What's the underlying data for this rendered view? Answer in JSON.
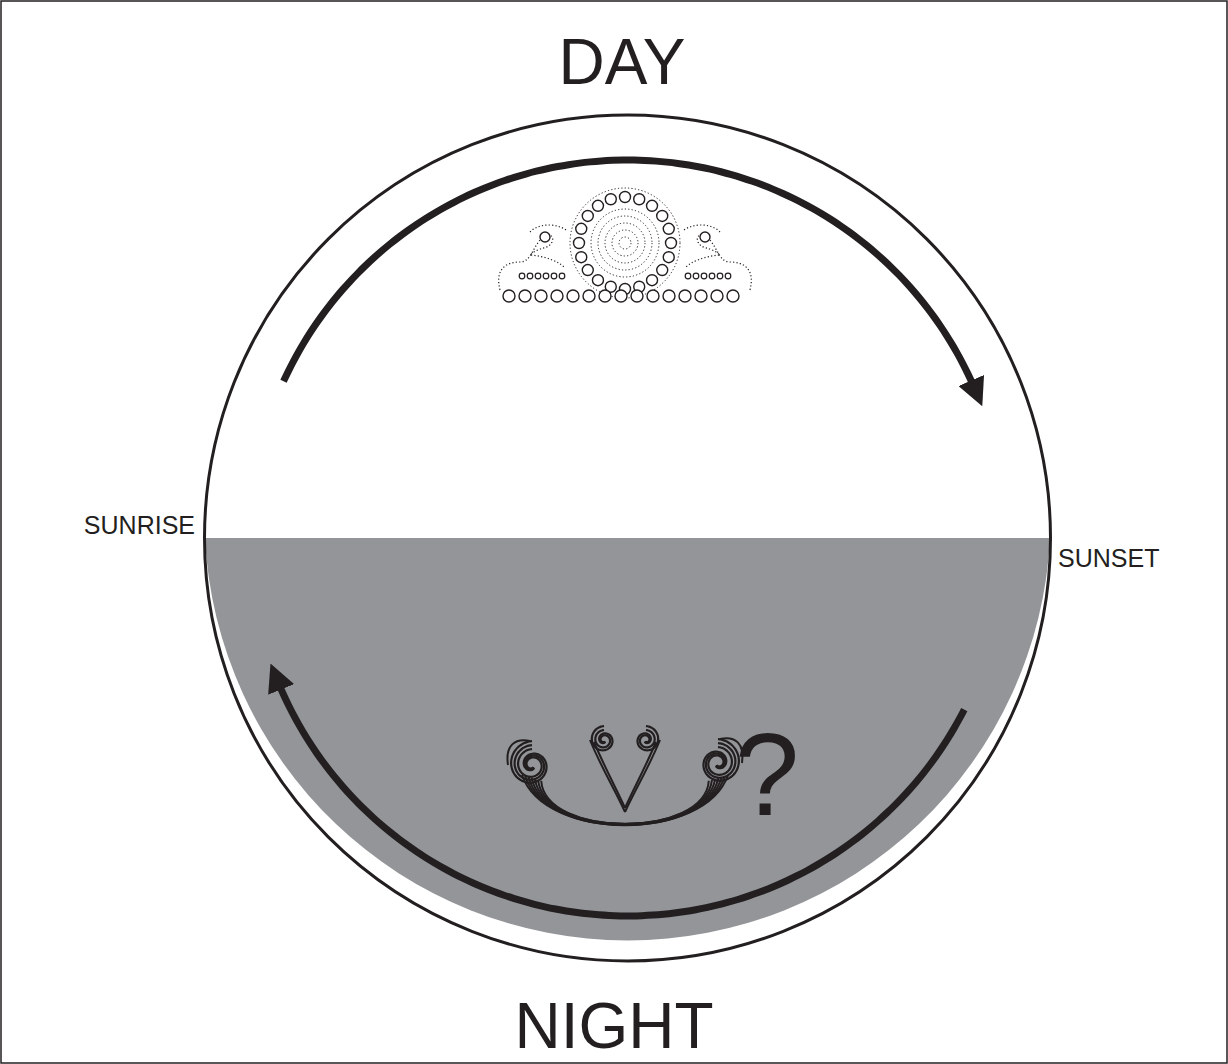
{
  "diagram": {
    "labels": [
      "DAY",
      "SUNRISE",
      "SUNSET",
      "?",
      "NIGHT"
    ]
  }
}
